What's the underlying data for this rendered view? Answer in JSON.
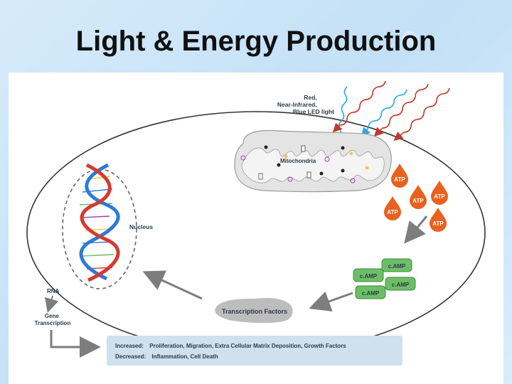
{
  "slide": {
    "title": "Light & Energy Production"
  },
  "diagram": {
    "light_label": [
      "Red,",
      "Near-Infrared,",
      "Blue LED light"
    ],
    "mitochondria_label": "Mitochondria",
    "atp_label": "ATP",
    "camp_label": "c.AMP",
    "nucleus_label": "Nucleus",
    "rna_label": "RNA",
    "gene_label": [
      "Gene",
      "Transcription"
    ],
    "tf_label": "Transcription Factors",
    "increased_label": "Increased:",
    "increased_text": "Proliferation, Migration, Extra Cellular Matrix Deposition, Growth Factors",
    "decreased_label": "Decreased:",
    "decreased_text": "Inflammation, Cell Death"
  },
  "colors": {
    "red_light": "#c0392b",
    "blue_light": "#29a9e0",
    "atp": "#e8611d",
    "camp": "#4caf50",
    "dna_blue": "#2b7bd8",
    "dna_red": "#d43a2f"
  }
}
